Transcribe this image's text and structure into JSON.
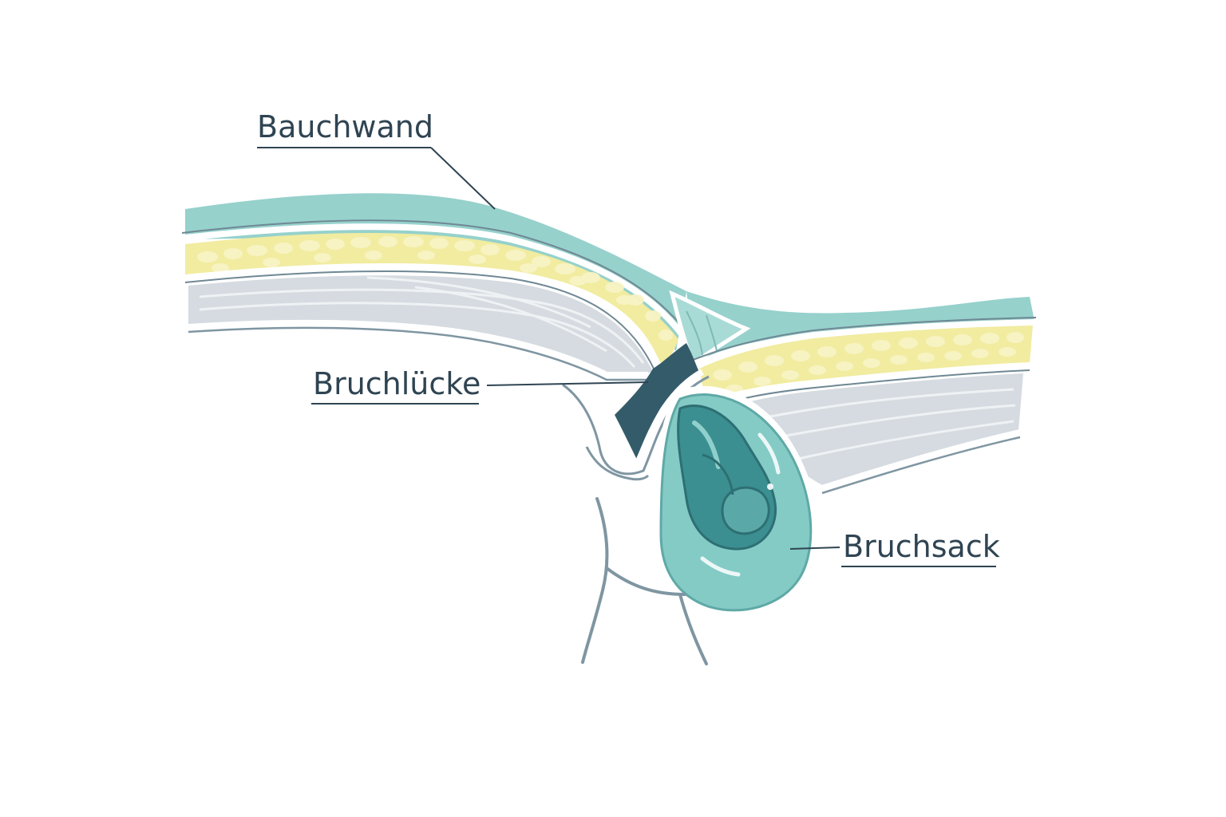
{
  "labels": {
    "abdominal_wall": "Bauchwand",
    "hernia_gap": "Bruchlücke",
    "hernia_sac": "Bruchsack"
  },
  "colors": {
    "skin_teal": "#96d1cc",
    "fat_yellow": "#f1eca0",
    "fat_globule": "#f8f4c4",
    "muscle_gray": "#d5dbe0",
    "muscle_light": "#e9edf1",
    "outline": "#ffffff",
    "dark_gap": "#345b69",
    "sac_teal": "#84cbc6",
    "sac_inner": "#3b8f90",
    "line": "#2f4452",
    "body_outline": "#7f96a2"
  }
}
